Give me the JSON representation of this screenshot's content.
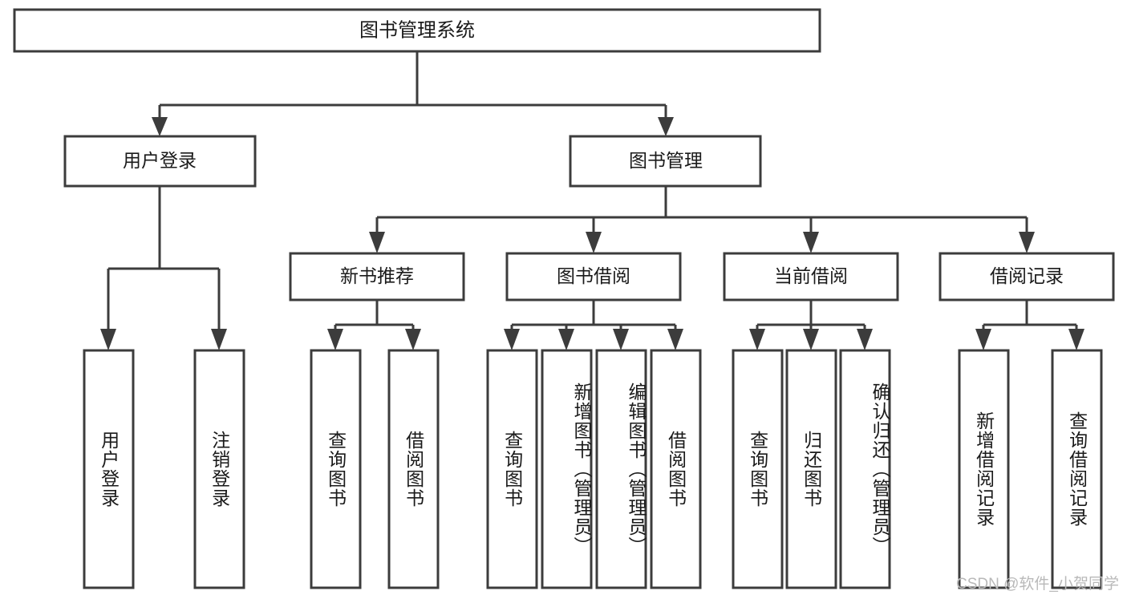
{
  "diagram": {
    "type": "hierarchy-tree",
    "title": "图书管理系统",
    "watermark": "CSDN @软件_小贺同学",
    "colors": {
      "box_stroke": "#3c3c3c",
      "box_fill": "#ffffff",
      "text": "#1a1a1a",
      "connector": "#3c3c3c",
      "watermark": "#b9b9b9",
      "background": "#ffffff"
    },
    "root": {
      "label": "图书管理系统"
    },
    "level2": [
      {
        "label": "用户登录"
      },
      {
        "label": "图书管理"
      }
    ],
    "level3": [
      {
        "label": "新书推荐"
      },
      {
        "label": "图书借阅"
      },
      {
        "label": "当前借阅"
      },
      {
        "label": "借阅记录"
      }
    ],
    "leaves": {
      "user_login": [
        {
          "label": "用户登录"
        },
        {
          "label": "注销登录"
        }
      ],
      "new_book_recommend": [
        {
          "label": "查询图书"
        },
        {
          "label": "借阅图书"
        }
      ],
      "book_borrow": [
        {
          "label": "查询图书"
        },
        {
          "label": "新增图书（管理员）"
        },
        {
          "label": "编辑图书（管理员）"
        },
        {
          "label": "借阅图书"
        }
      ],
      "current_borrow": [
        {
          "label": "查询图书"
        },
        {
          "label": "归还图书"
        },
        {
          "label": "确认归还（管理员）"
        }
      ],
      "borrow_record": [
        {
          "label": "新增借阅记录"
        },
        {
          "label": "查询借阅记录"
        }
      ]
    }
  }
}
